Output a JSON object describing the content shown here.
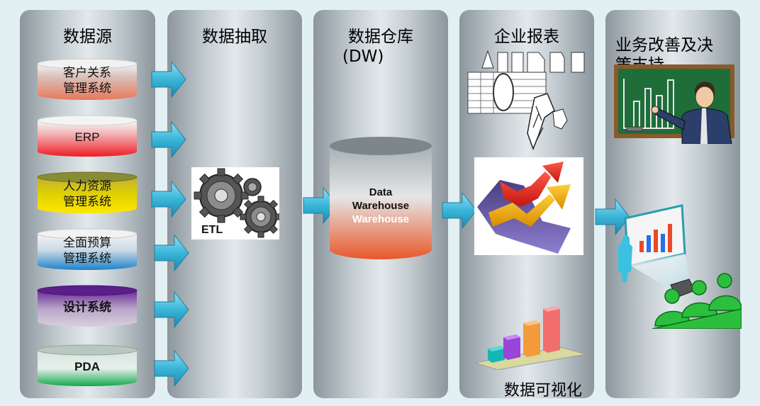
{
  "columns": {
    "sources": {
      "title": "数据源"
    },
    "extract": {
      "title": "数据抽取",
      "etl_label": "ETL"
    },
    "warehouse": {
      "title_line1": "数据仓库",
      "title_line2": "(DW)",
      "db_line1": "Data",
      "db_line2": "Warehouse",
      "db_line3": "Warehouse"
    },
    "reports": {
      "title": "企业报表",
      "viz_label": "数据可视化"
    },
    "decision": {
      "title_line1": "业务改善及决",
      "title_line2": "策支持"
    }
  },
  "sources": [
    {
      "line1": "客户关系",
      "line2": "管理系统",
      "color": "#e8785a"
    },
    {
      "line1": "ERP",
      "line2": "",
      "color": "#ee1c24"
    },
    {
      "line1": "人力资源",
      "line2": "管理系统",
      "color": "#ffe600"
    },
    {
      "line1": "全面预算",
      "line2": "管理系统",
      "color": "#1f82c8"
    },
    {
      "line1": "设计系统",
      "line2": "",
      "color": "#6a2a9a"
    },
    {
      "line1": "PDA",
      "line2": "",
      "color": "#12a84a"
    }
  ],
  "colors": {
    "arrow": "#3ab5d8",
    "warehouse_bottom": "#e8572a"
  }
}
